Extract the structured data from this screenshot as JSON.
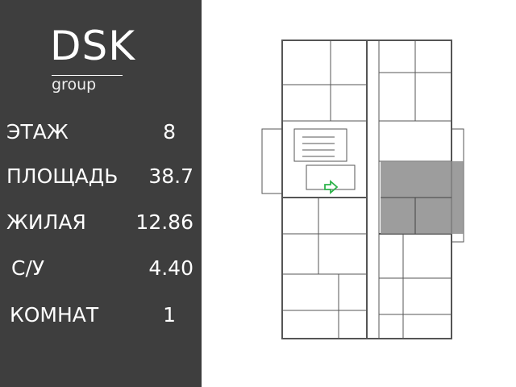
{
  "brand": {
    "name": "DSK",
    "sub": "group"
  },
  "specs": [
    {
      "label": "ЭТАЖ",
      "value": "8"
    },
    {
      "label": "ПЛОЩАДЬ",
      "value": "38.7"
    },
    {
      "label": "ЖИЛАЯ",
      "value": "12.86"
    },
    {
      "label": "С/У",
      "value": "4.40"
    },
    {
      "label": "КОМНАТ",
      "value": "1"
    }
  ],
  "colors": {
    "panel": "#3e3e3e",
    "highlight": "#8c8c8c",
    "arrow": "#2db34a"
  }
}
